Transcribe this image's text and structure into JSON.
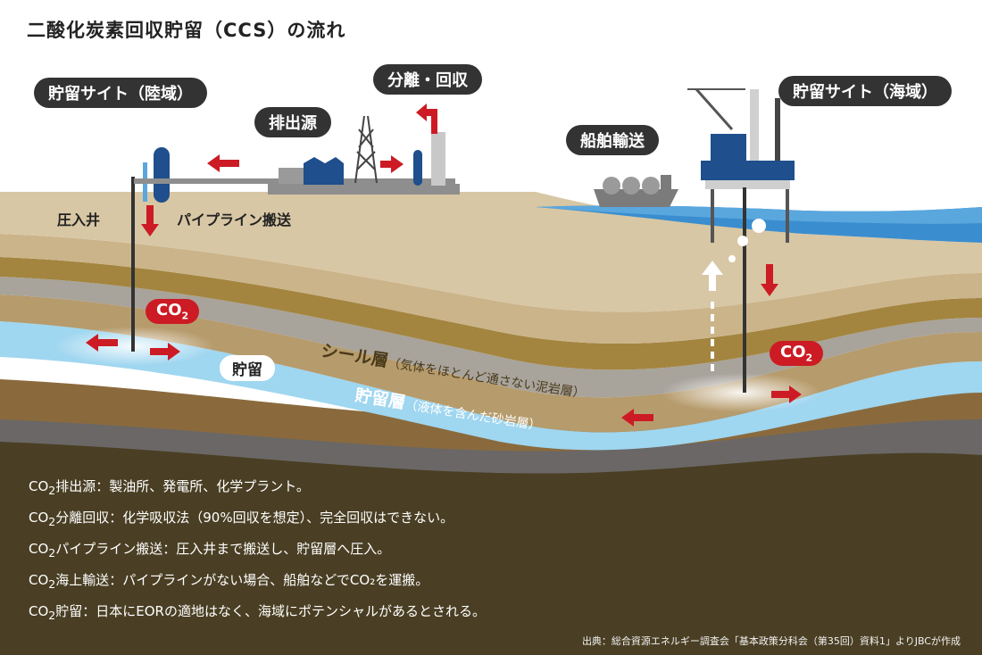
{
  "title": "二酸化炭素回収貯留（CCS）の流れ",
  "labels": {
    "storage_site_land": "貯留サイト（陸域）",
    "separation_capture": "分離・回収",
    "emission_source": "排出源",
    "ship_transport": "船舶輸送",
    "storage_site_sea": "貯留サイト（海域）",
    "injection_well": "圧入井",
    "pipeline_transport": "パイプライン搬送",
    "co2_prefix": "CO",
    "co2_sub": "2",
    "storage": "貯留",
    "seal_layer": "シール層",
    "seal_layer_note": "（気体をほとんど通さない泥岩層）",
    "reservoir_layer": "貯留層",
    "reservoir_layer_note": "（液体を含んだ砂岩層）"
  },
  "notes": [
    {
      "prefix": "CO",
      "sub": "2",
      "text": "排出源：製油所、発電所、化学プラント。"
    },
    {
      "prefix": "CO",
      "sub": "2",
      "text": "分離回収：化学吸収法（90%回収を想定）、完全回収はできない。"
    },
    {
      "prefix": "CO",
      "sub": "2",
      "text": "パイプライン搬送：圧入井まで搬送し、貯留層へ圧入。"
    },
    {
      "prefix": "CO",
      "sub": "2",
      "text": "海上輸送：パイプラインがない場合、船舶などでCO₂を運搬。"
    },
    {
      "prefix": "CO",
      "sub": "2",
      "text": "貯留：日本にEORの適地はなく、海域にポテンシャルがあるとされる。"
    }
  ],
  "source": "出典：総合資源エネルギー調査会「基本政策分科会（第35回）資料1」よりJBCが作成",
  "colors": {
    "accent_red": "#cc1b24",
    "sea": "#3a8ecf",
    "reservoir": "#9fd6f0",
    "dark_ground": "#4a3f24",
    "pill": "#333333"
  }
}
